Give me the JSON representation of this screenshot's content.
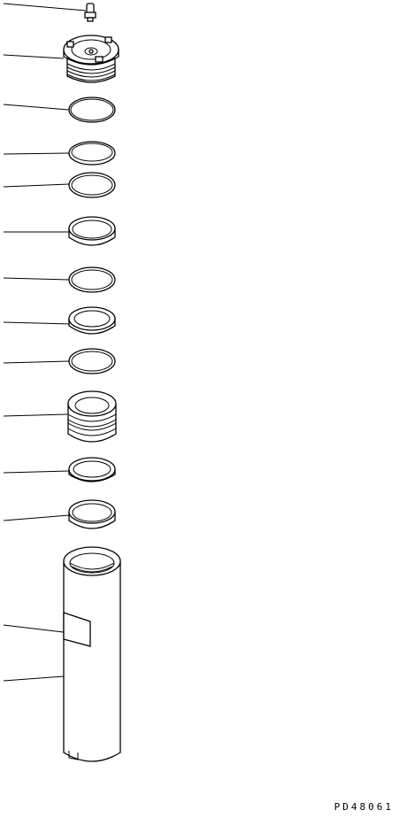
{
  "drawing": {
    "code": "PD48061",
    "line_color": "#000000",
    "background": "#ffffff"
  },
  "parts": [
    {
      "id": "grease-fitting"
    },
    {
      "id": "cylinder-head"
    },
    {
      "id": "o-ring-1"
    },
    {
      "id": "backup-ring-1"
    },
    {
      "id": "o-ring-2"
    },
    {
      "id": "bushing"
    },
    {
      "id": "backup-ring-2"
    },
    {
      "id": "seal-1"
    },
    {
      "id": "o-ring-3"
    },
    {
      "id": "piston"
    },
    {
      "id": "seal-2"
    },
    {
      "id": "wear-ring"
    },
    {
      "id": "label-plate"
    },
    {
      "id": "cylinder-tube"
    }
  ]
}
